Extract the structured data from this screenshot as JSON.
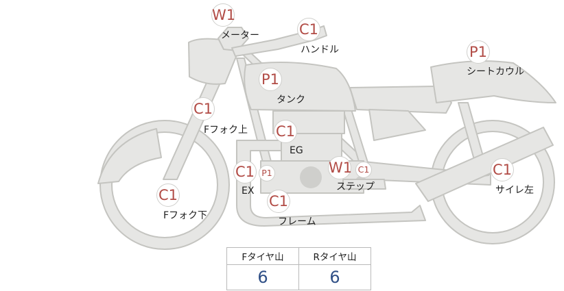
{
  "parts": [
    {
      "id": "meter",
      "label": "メーター",
      "badges": [
        {
          "text": "W1",
          "size": "lg"
        }
      ]
    },
    {
      "id": "handle",
      "label": "ハンドル",
      "badges": [
        {
          "text": "C1",
          "size": "lg"
        }
      ]
    },
    {
      "id": "seat-cowl",
      "label": "シートカウル",
      "badges": [
        {
          "text": "P1",
          "size": "lg"
        }
      ]
    },
    {
      "id": "tank",
      "label": "タンク",
      "badges": [
        {
          "text": "P1",
          "size": "lg"
        }
      ]
    },
    {
      "id": "front-fork-upper",
      "label": "Fフォク上",
      "badges": [
        {
          "text": "C1",
          "size": "lg"
        }
      ]
    },
    {
      "id": "engine",
      "label": "EG",
      "badges": [
        {
          "text": "C1",
          "size": "lg"
        }
      ]
    },
    {
      "id": "exhaust",
      "label": "EX",
      "badges": [
        {
          "text": "C1",
          "size": "lg"
        },
        {
          "text": "P1",
          "size": "sm"
        }
      ]
    },
    {
      "id": "step",
      "label": "ステップ",
      "badges": [
        {
          "text": "W1",
          "size": "lg"
        },
        {
          "text": "C1",
          "size": "sm"
        }
      ]
    },
    {
      "id": "muffler-left",
      "label": "サイレ左",
      "badges": [
        {
          "text": "C1",
          "size": "lg"
        }
      ]
    },
    {
      "id": "front-fork-lower",
      "label": "Fフォク下",
      "badges": [
        {
          "text": "C1",
          "size": "lg"
        }
      ]
    },
    {
      "id": "frame",
      "label": "フレーム",
      "badges": [
        {
          "text": "C1",
          "size": "lg"
        }
      ]
    }
  ],
  "tread_table": {
    "headers": [
      "Fタイヤ山",
      "Rタイヤ山"
    ],
    "values": [
      "6",
      "6"
    ]
  },
  "colors": {
    "badge_text": "#b14b45",
    "value_text": "#2f4f86",
    "bike_fill": "#e6e6e4",
    "bike_stroke": "#c4c4c0"
  }
}
